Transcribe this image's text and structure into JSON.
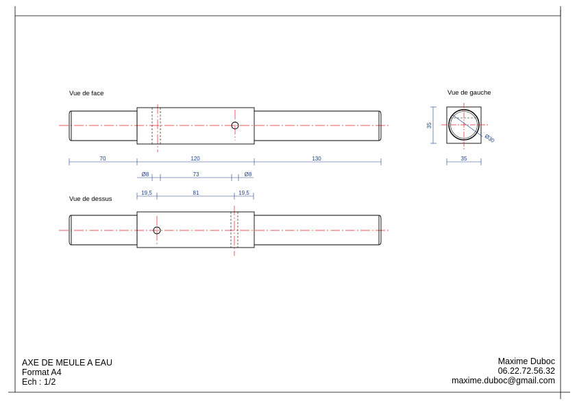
{
  "views": {
    "front": "Vue de face",
    "top": "Vue de dessus",
    "left": "Vue de gauche"
  },
  "dimensions": {
    "front_left_length": "70",
    "front_mid_length": "120",
    "front_right_length": "130",
    "hole_left_dia": "Ø8",
    "hole_spacing": "73",
    "hole_right_dia": "Ø8",
    "top_left_offset": "19,5",
    "top_spacing": "81",
    "top_right_offset": "19,5",
    "side_height": "35",
    "side_width": "35",
    "side_diameter": "Ø30"
  },
  "title_block": {
    "title": "AXE DE MEULE A EAU",
    "format": "Format A4",
    "scale": "Ech : 1/2"
  },
  "author_block": {
    "name": "Maxime Duboc",
    "phone": "06.22.72.56.32",
    "email": "maxime.duboc@gmail.com"
  },
  "colors": {
    "outline": "#000000",
    "center_line": "#e02020",
    "dimension": "#1c3f8c"
  }
}
